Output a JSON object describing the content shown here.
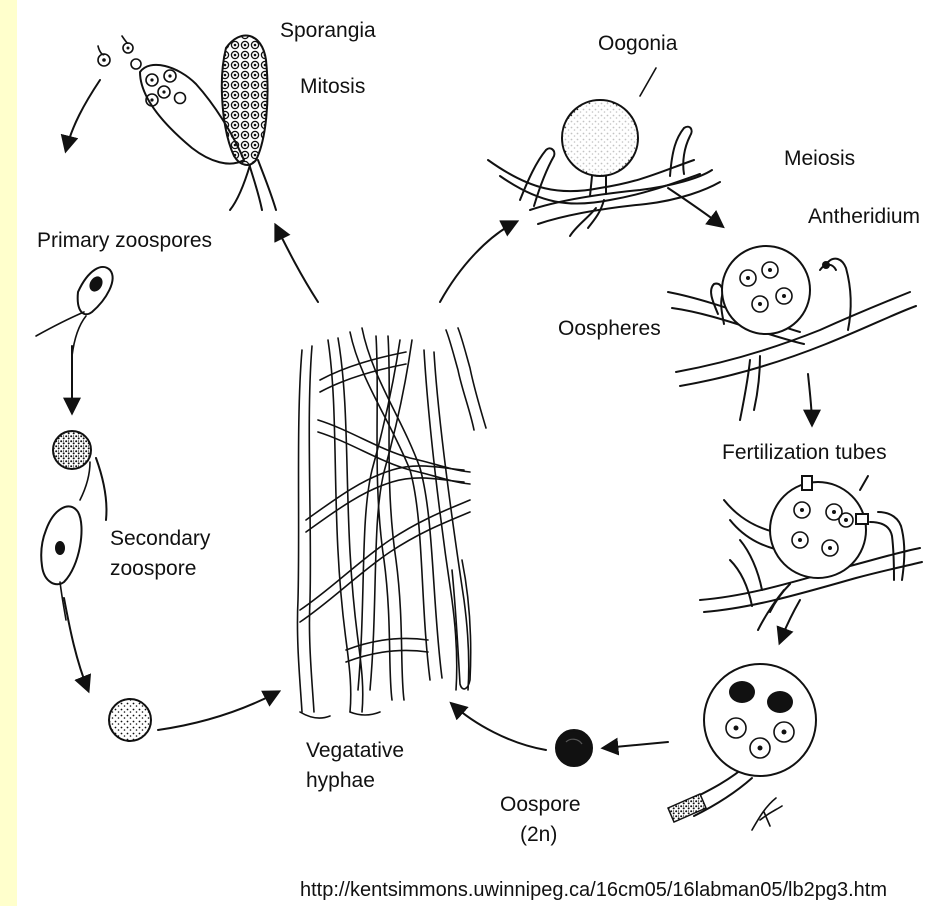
{
  "labels": {
    "sporangia": "Sporangia",
    "mitosis": "Mitosis",
    "oogonia": "Oogonia",
    "meiosis": "Meiosis",
    "antheridium": "Antheridium",
    "primary_zoospores": "Primary zoospores",
    "oospheres": "Oospheres",
    "fertilization_tubes": "Fertilization tubes",
    "secondary_zoospore_line1": "Secondary",
    "secondary_zoospore_line2": "zoospore",
    "vegetative_line1": "Vegatative",
    "vegetative_line2": "hyphae",
    "oospore_line1": "Oospore",
    "oospore_line2": "(2n)"
  },
  "source_url": "http://kentsimmons.uwinnipeg.ca/16cm05/16labman05/lb2pg3.htm",
  "colors": {
    "border": "#ffffcc",
    "background": "#ffffff",
    "ink": "#111111"
  }
}
